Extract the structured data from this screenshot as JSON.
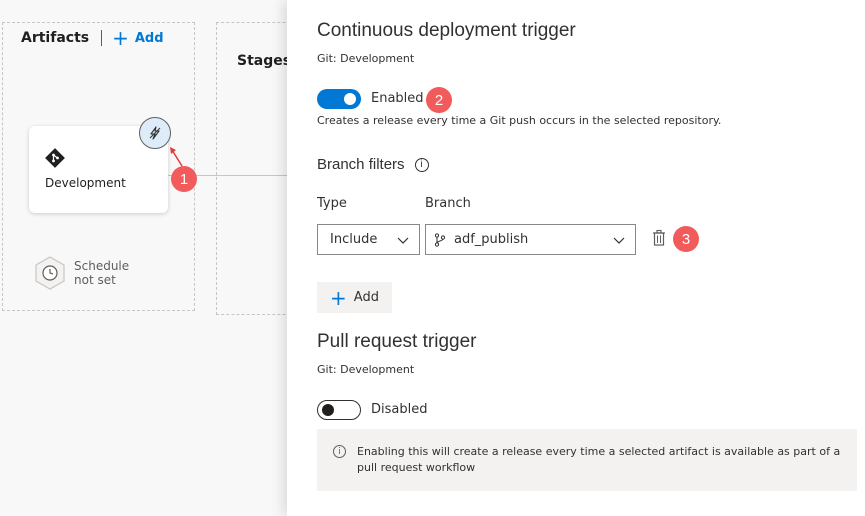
{
  "pipeline": {
    "artifacts_title": "Artifacts",
    "add_label": "Add",
    "stages_title": "Stages",
    "artifact": {
      "name": "Development"
    },
    "schedule": {
      "line1": "Schedule",
      "line2": "not set"
    }
  },
  "badges": [
    "1",
    "2",
    "3"
  ],
  "cd_trigger": {
    "title": "Continuous deployment trigger",
    "subtitle": "Git: Development",
    "toggle_label": "Enabled",
    "toggle_on": true,
    "description": "Creates a release every time a Git push occurs in the selected repository.",
    "branch_filters_label": "Branch filters",
    "type_label": "Type",
    "branch_label": "Branch",
    "type_value": "Include",
    "branch_value": "adf_publish",
    "add_label": "Add"
  },
  "pr_trigger": {
    "title": "Pull request trigger",
    "subtitle": "Git: Development",
    "toggle_label": "Disabled",
    "toggle_on": false,
    "info_text": "Enabling this will create a release every time a selected artifact is available as part of a pull request workflow"
  },
  "colors": {
    "accent": "#0078d4",
    "badge": "#f25b5b",
    "trigger_bg": "#deecf9"
  }
}
